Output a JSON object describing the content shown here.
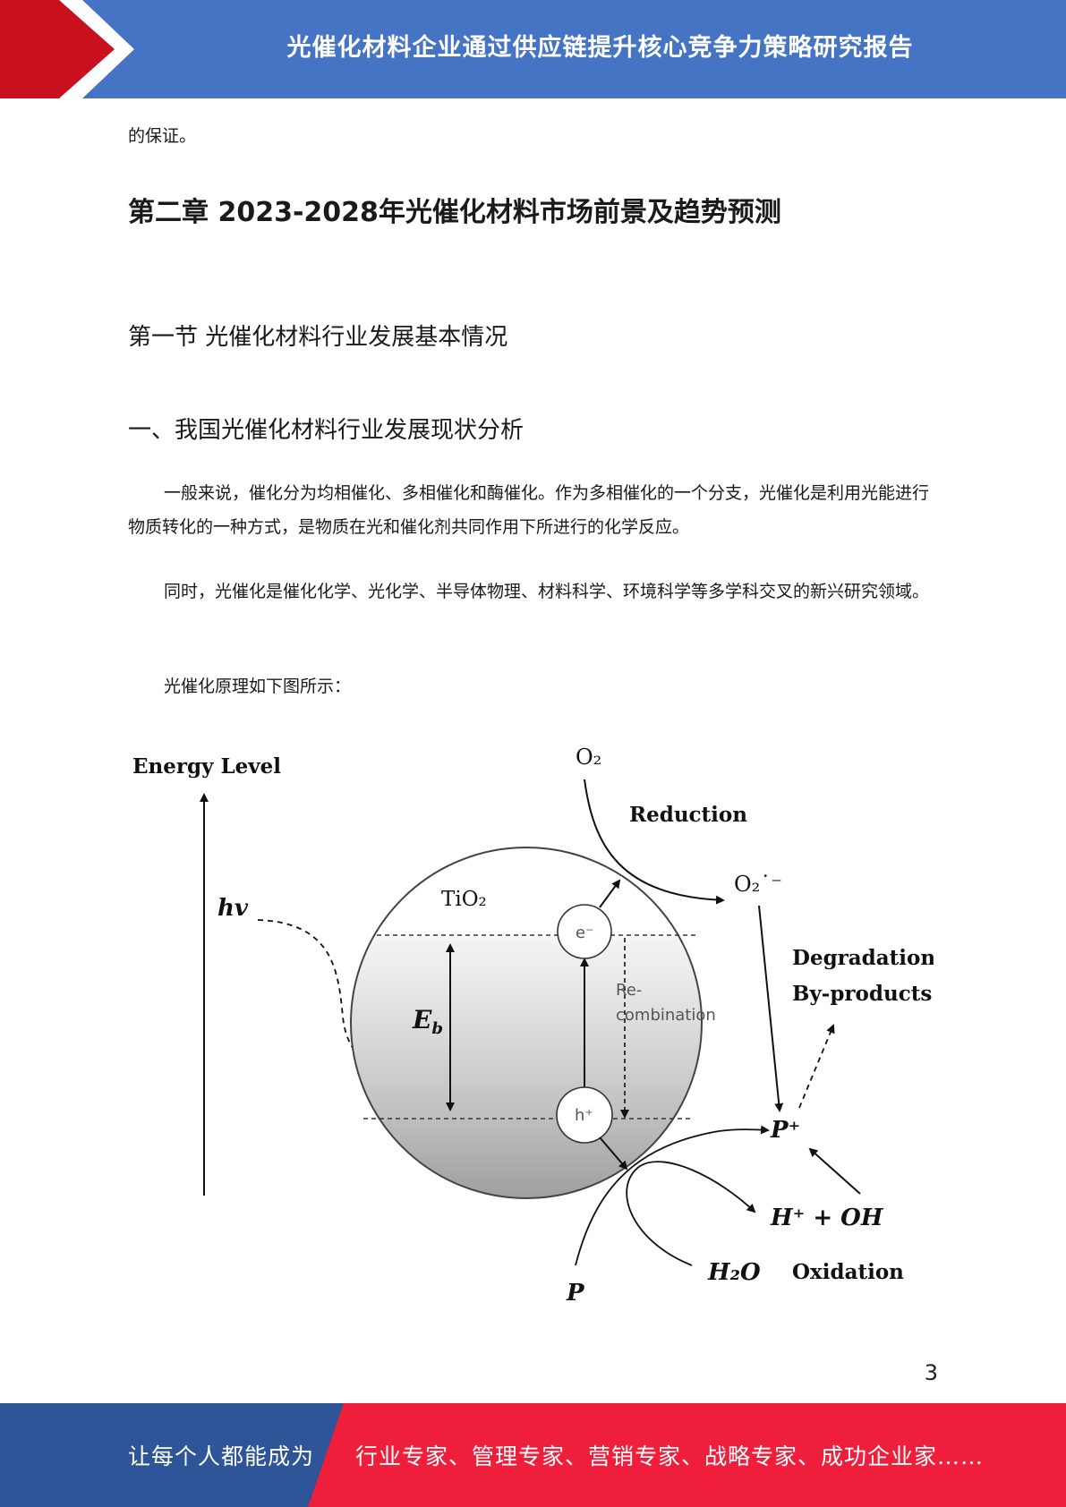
{
  "header": {
    "title": "光催化材料企业通过供应链提升核心竞争力策略研究报告",
    "colors": {
      "band": "#4674c4",
      "chevron": "#c8101f"
    }
  },
  "body": {
    "continuation": "的保证。",
    "chapter_title": "第二章 2023-2028年光催化材料市场前景及趋势预测",
    "section_title": "第一节 光催化材料行业发展基本情况",
    "subsection_title": "一、我国光催化材料行业发展现状分析",
    "paragraphs": [
      "一般来说，催化分为均相催化、多相催化和酶催化。作为多相催化的一个分支，光催化是利用光能进行物质转化的一种方式，是物质在光和催化剂共同作用下所进行的化学反应。",
      "同时，光催化是催化化学、光化学、半导体物理、材料科学、环境科学等多学科交叉的新兴研究领域。",
      "光催化原理如下图所示："
    ]
  },
  "figure": {
    "energy_level": "Energy Level",
    "hv": "hv",
    "tio2": "TiO₂",
    "eb": "E",
    "eb_sub": "b",
    "electron": "e⁻",
    "hole": "h⁺",
    "recombination_1": "Re-",
    "recombination_2": "combination",
    "o2": "O₂",
    "reduction": "Reduction",
    "o2_radical": "O₂˙⁻",
    "degradation": "Degradation",
    "byproducts": "By-products",
    "p_plus": "P⁺",
    "h_oh": "H⁺ + OH",
    "p": "P",
    "h2o": "H₂O",
    "oxidation": "Oxidation"
  },
  "page_number": "3",
  "footer": {
    "left_text": "让每个人都能成为",
    "right_text": "行业专家、管理专家、营销专家、战略专家、成功企业家……",
    "colors": {
      "left": "#2e5597",
      "right": "#ef1f3b"
    }
  }
}
